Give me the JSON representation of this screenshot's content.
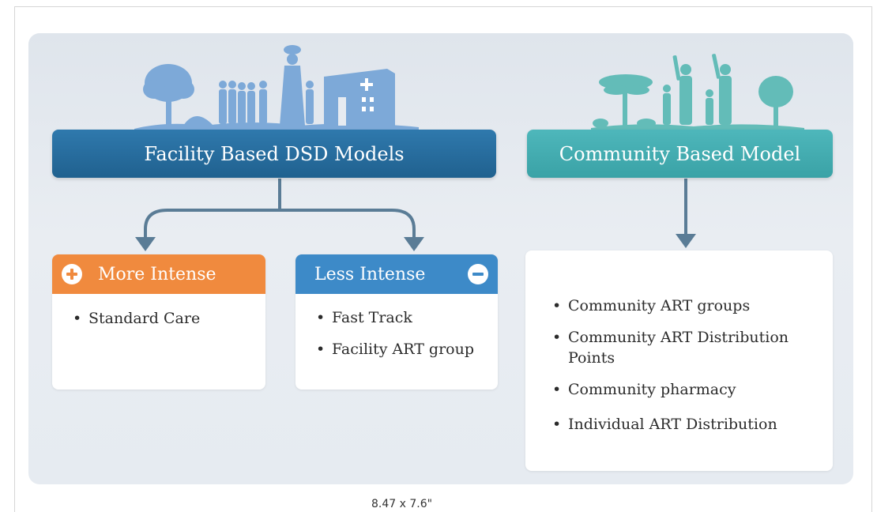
{
  "facility": {
    "title": "Facility Based DSD Models",
    "more": {
      "title": "More Intense",
      "items": [
        "Standard Care"
      ]
    },
    "less": {
      "title": "Less Intense",
      "items": [
        "Fast Track",
        "Facility ART group"
      ]
    }
  },
  "community": {
    "title": "Community Based Model",
    "items": [
      "Community ART groups",
      "Community ART Distribution Points",
      "Community pharmacy",
      "Individual ART Distribution"
    ]
  },
  "caption": "8.47 x 7.6\"",
  "colors": {
    "facility_header": "#2a6fa1",
    "community_header": "#47b0b4",
    "more_intense": "#f08a3e",
    "less_intense": "#3d8ac8",
    "connector": "#5a7c96",
    "facility_art": "#7da9d8",
    "community_art": "#63bcb8"
  },
  "icons": [
    "plus-icon",
    "minus-icon",
    "community-silhouette-icon",
    "family-silhouette-icon",
    "clinic-building-icon"
  ]
}
